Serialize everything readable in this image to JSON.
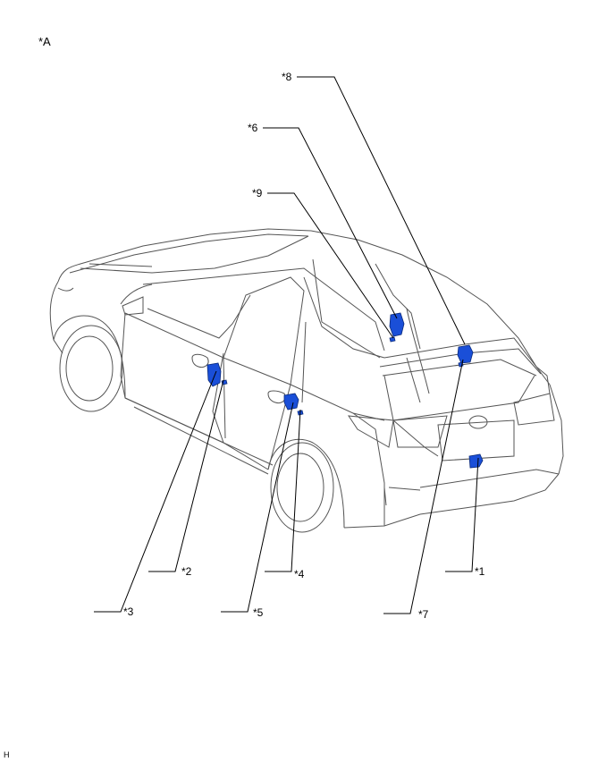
{
  "figure_label": "*A",
  "corner_code": "H",
  "callouts": [
    {
      "id": "1",
      "text": "*1"
    },
    {
      "id": "2",
      "text": "*2"
    },
    {
      "id": "3",
      "text": "*3"
    },
    {
      "id": "4",
      "text": "*4"
    },
    {
      "id": "5",
      "text": "*5"
    },
    {
      "id": "6",
      "text": "*6"
    },
    {
      "id": "7",
      "text": "*7"
    },
    {
      "id": "8",
      "text": "*8"
    },
    {
      "id": "9",
      "text": "*9"
    }
  ],
  "colors": {
    "outline": "#555555",
    "leader": "#000000",
    "component": "#1a4fd8"
  }
}
